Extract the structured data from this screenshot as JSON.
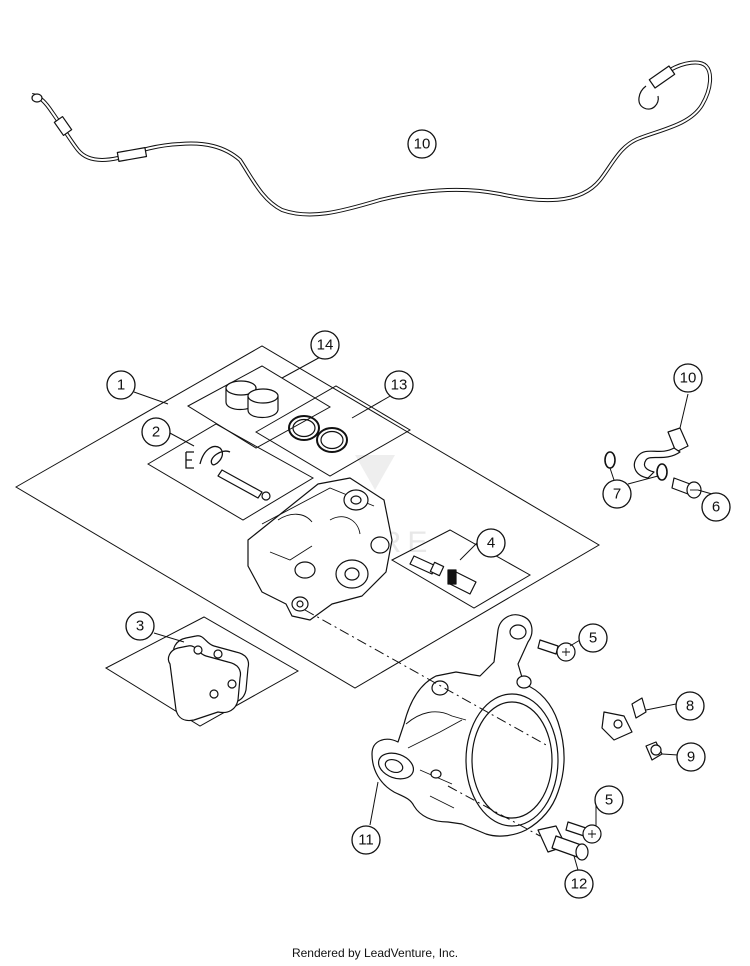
{
  "footer": "Rendered by LeadVenture, Inc.",
  "callouts": [
    "1",
    "2",
    "3",
    "4",
    "5",
    "5",
    "6",
    "7",
    "8",
    "9",
    "10",
    "10",
    "11",
    "12",
    "13",
    "14"
  ]
}
